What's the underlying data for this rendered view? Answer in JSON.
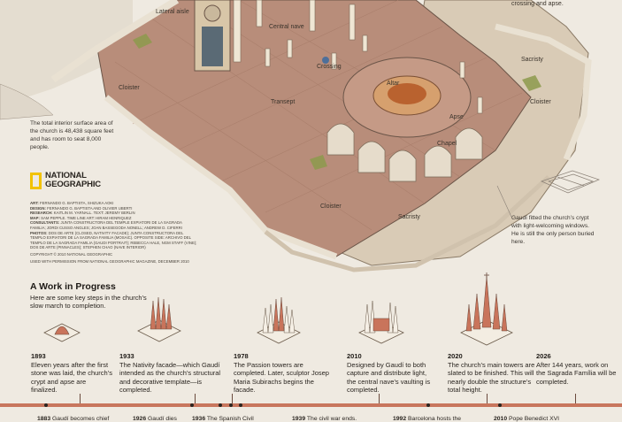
{
  "scene_labels": {
    "lateral_aisle": "Lateral aisle",
    "central_nave": "Central nave",
    "crossing": "Crossing",
    "cloister_left": "Cloister",
    "transept": "Transept",
    "altar": "Altar",
    "apse": "Apse",
    "chapel": "Chapel",
    "sacristy_top": "Sacristy",
    "cloister_right": "Cloister",
    "cloister_bottom": "Cloister",
    "sacristy_bottom": "Sacristy",
    "crossing_and_apse_fragment": "crossing and apse."
  },
  "interior_caption": "The total interior surface area of the church is 48,438 square feet and has room to seat 8,000 people.",
  "crypt_caption": "Gaudí fitted the church’s crypt with light-welcoming windows. He is still the only person buried here.",
  "logo": {
    "line1": "NATIONAL",
    "line2": "GEOGRAPHIC",
    "accent": "#f2c200"
  },
  "credits": [
    {
      "k": "ART:",
      "v": " FERNANDO G. BAPTISTA, SHIZUKA AOKI"
    },
    {
      "k": "DESIGN:",
      "v": " FERNANDO G. BAPTISTA AND OLIVIER UBERTI"
    },
    {
      "k": "RESEARCH:",
      "v": " KAITLIN M. YARNALL. TEXT: JEREMY BERLIN"
    },
    {
      "k": "MAP:",
      "v": " SAM PEPPLE. TIME LINE ART: HIRAM HENRIQUEZ"
    },
    {
      "k": "CONSULTANTS:",
      "v": " JUNTA CONSTRUCTORA DEL TEMPLE EXPIATORI DE LA SAGRADA FAMILIA; JORDI CUSSO ANGLES; JOAN BASSEGODA NONELL; ANDREW D. CIFERRI"
    },
    {
      "k": "PHOTOS:",
      "v": " DOS DE ARTE (CLOSED, NATIVITY FACADE); JUNTA CONSTRUCTORA DEL TEMPLO EXPIATORI DE LA SAGRADA FAMILIA (MOSAIC). OPPOSITE SIDE: ARCHIVO DEL TEMPLO DE LA SAGRADA FAMILIA (GAUDI PORTRAIT); REBECCA HALE, NGM STAFF (VINE); DOS DE ARTE (PINNACLES); STEPHEN CHAO (NAVE INTERIOR)"
    },
    {
      "k": "",
      "v": "COPYRIGHT © 2010 NATIONAL GEOGRAPHIC"
    },
    {
      "k": "",
      "v": "USED WITH PERMISSION FROM NATIONAL GEOGRAPHIC MAGAZINE, DECEMBER 2010"
    }
  ],
  "work_in_progress": {
    "title": "A Work in Progress",
    "subtitle": "Here are some key steps in the church’s slow march to completion."
  },
  "milestones": [
    {
      "year": "1893",
      "text": "Eleven years after the first stone was laid, the church’s crypt and apse are finalized."
    },
    {
      "year": "1933",
      "text": "The Nativity facade—which Gaudí intended as the church’s structural and decorative template—is completed."
    },
    {
      "year": "1978",
      "text": "The Passion towers are completed. Later, sculptor Josep Maria Subirachs begins the facade."
    },
    {
      "year": "2010",
      "text": "Designed by Gaudí to both capture and distribute light, the central nave’s vaulting is completed."
    },
    {
      "year": "2020",
      "text": "The church’s main towers are slated to be finished. This will nearly double the structure’s total height."
    },
    {
      "year": "2026",
      "text": "After 144 years, work on the Sagrada Família will be completed."
    }
  ],
  "timeline_events": [
    {
      "year": "1883",
      "text": "Gaudí becomes chief"
    },
    {
      "year": "1926",
      "text": "Gaudí dies"
    },
    {
      "year": "1936",
      "text": "The Spanish Civil"
    },
    {
      "year": "1939",
      "text": "The civil war ends."
    },
    {
      "year": "1992",
      "text": "Barcelona hosts the"
    },
    {
      "year": "2010",
      "text": "Pope Benedict XVI"
    }
  ],
  "colors": {
    "timeline": "#c8765d",
    "model": "#c9745b",
    "floor": "#b88d7a",
    "wall": "#e7dcc9"
  }
}
